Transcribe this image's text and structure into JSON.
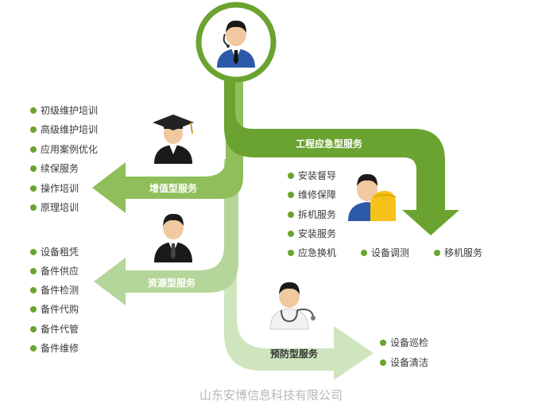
{
  "colors": {
    "dark_green": "#6aa32f",
    "mid_green": "#8fbe5a",
    "light_green": "#b5d69a",
    "pale_green": "#cfe5bd",
    "dot": "#6aa32f"
  },
  "arrows": {
    "emergency": "工程应急型服务",
    "value_added": "增值型服务",
    "resource": "资源型服务",
    "preventive": "预防型服务"
  },
  "lists": {
    "value_added": [
      "初级维护培训",
      "高级维护培训",
      "应用案例优化",
      "续保服务",
      "操作培训",
      "原理培训"
    ],
    "resource": [
      "设备租凭",
      "备件供应",
      "备件检测",
      "备件代购",
      "备件代管",
      "备件维修"
    ],
    "emergency": [
      "安装督导",
      "维修保障",
      "拆机服务",
      "安装服务",
      "应急换机"
    ],
    "emergency_row": [
      "设备调测",
      "移机服务"
    ],
    "preventive": [
      "设备巡检",
      "设备清洁"
    ]
  },
  "icons": {
    "center": "businessman-icon",
    "graduate": "graduate-icon",
    "suit": "businessman-icon",
    "worker": "hardhat-worker-icon",
    "doctor": "doctor-icon"
  },
  "footer": {
    "company": "山东安博信息科技有限公司"
  }
}
